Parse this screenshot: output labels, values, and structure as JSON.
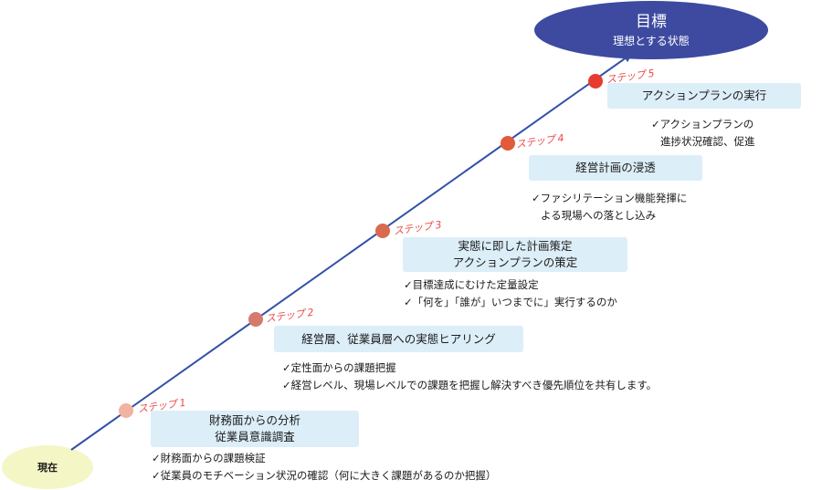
{
  "goal": {
    "title": "目標",
    "subtitle": "理想とする状態"
  },
  "start": {
    "label": "現在"
  },
  "colors": {
    "line": "#3350a8",
    "goal_fill": "#3d4aa0",
    "start_fill": "#f4f6c6",
    "box_fill": "#dceef8",
    "step_label": "#e84a4a",
    "dots": [
      "#f2b3a0",
      "#d67a6e",
      "#d86a50",
      "#e35a38",
      "#e63c30"
    ]
  },
  "steps": [
    {
      "label": "ステップ 1",
      "box": [
        "財務面からの分析",
        "従業員意識調査"
      ],
      "notes": [
        "✓財務面からの課題検証",
        "✓従業員のモチベーション状況の確認（何に大きく課題があるのか把握）"
      ]
    },
    {
      "label": "ステップ 2",
      "box": [
        "経営層、従業員層への実態ヒアリング"
      ],
      "notes": [
        "✓定性面からの課題把握",
        "✓経営レベル、現場レベルでの課題を把握し解決すべき優先順位を共有します。"
      ]
    },
    {
      "label": "ステップ 3",
      "box": [
        "実態に即した計画策定",
        "アクションプランの策定"
      ],
      "notes": [
        "✓目標達成にむけた定量設定",
        "✓「何を」「誰が」いつまでに」実行するのか"
      ]
    },
    {
      "label": "ステップ 4",
      "box": [
        "経営計画の浸透"
      ],
      "notes": [
        "✓ファシリテーション機能発揮に",
        "よる現場への落とし込み"
      ]
    },
    {
      "label": "ステップ 5",
      "box": [
        "アクションプランの実行"
      ],
      "notes": [
        "✓アクションプランの",
        "進捗状況確認、促進"
      ]
    }
  ]
}
